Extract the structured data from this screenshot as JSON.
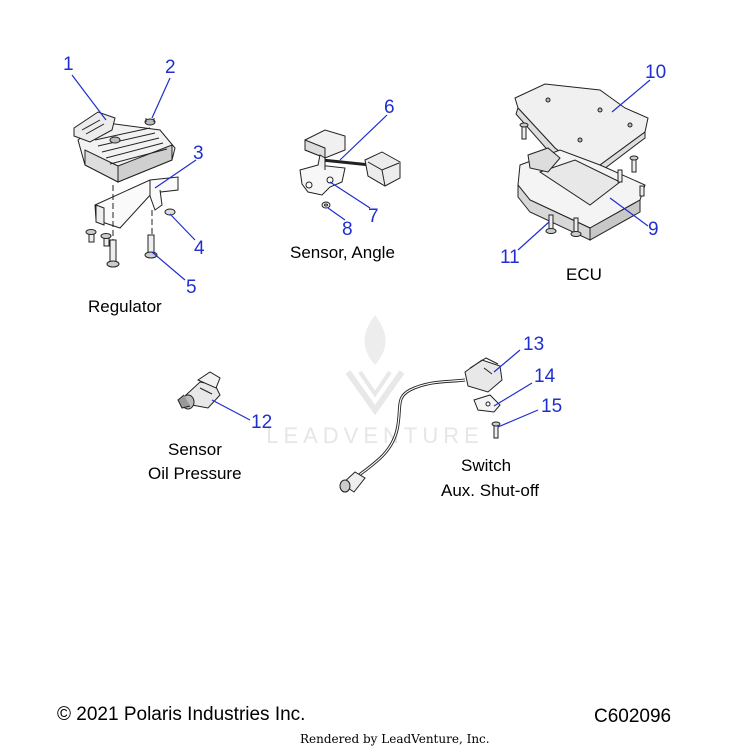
{
  "callouts": [
    "1",
    "2",
    "3",
    "4",
    "5",
    "6",
    "7",
    "8",
    "9",
    "10",
    "11",
    "12",
    "13",
    "14",
    "15"
  ],
  "labels": {
    "regulator": "Regulator",
    "sensor_angle": "Sensor, Angle",
    "ecu": "ECU",
    "sensor_oil_line1": "Sensor",
    "sensor_oil_line2": "Oil Pressure",
    "switch_line1": "Switch",
    "switch_line2": "Aux. Shut-off"
  },
  "watermark": "LEADVENTURE",
  "footer": {
    "copyright": "© 2021 Polaris Industries Inc.",
    "code": "C602096",
    "rendered_by": "Rendered by LeadVenture, Inc."
  },
  "colors": {
    "callout": "#1f2fd0",
    "line": "#222222",
    "watermark": "#e6e6e6"
  }
}
